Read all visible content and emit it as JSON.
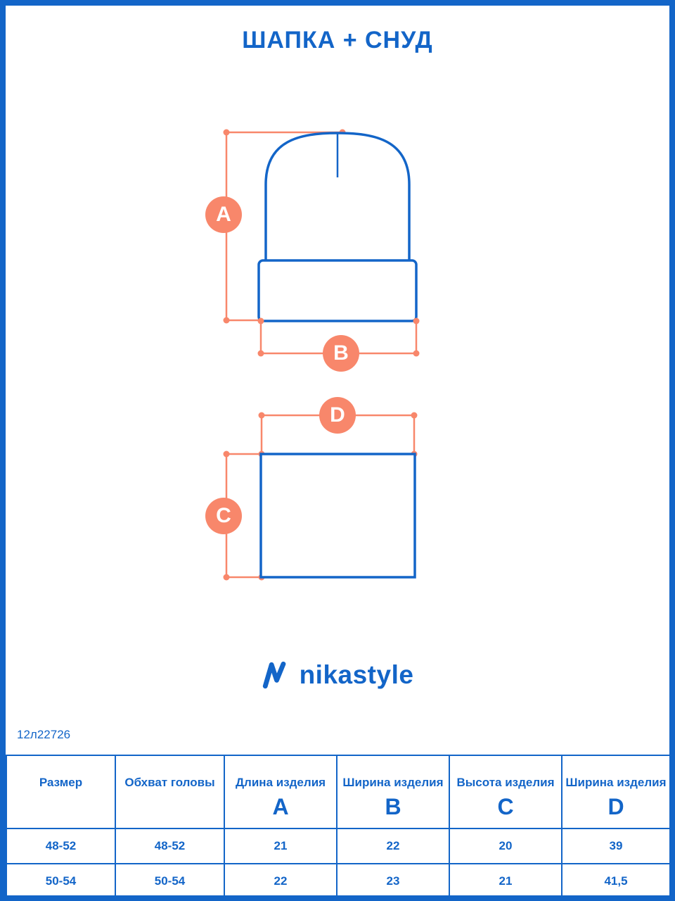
{
  "page": {
    "title": "ШАПКА + СНУД",
    "article": "12л22726"
  },
  "colors": {
    "blue": "#1365C8",
    "coral": "#F8876B"
  },
  "diagram": {
    "labels": {
      "a": "A",
      "b": "B",
      "c": "C",
      "d": "D"
    }
  },
  "logo": {
    "text": "nikastyle"
  },
  "table": {
    "headers": [
      {
        "label": "Размер",
        "letter": ""
      },
      {
        "label": "Обхват головы",
        "letter": ""
      },
      {
        "label": "Длина изделия",
        "letter": "A"
      },
      {
        "label": "Ширина изделия",
        "letter": "B"
      },
      {
        "label": "Высота изделия",
        "letter": "C"
      },
      {
        "label": "Ширина изделия",
        "letter": "D"
      }
    ],
    "rows": [
      [
        "48-52",
        "48-52",
        "21",
        "22",
        "20",
        "39"
      ],
      [
        "50-54",
        "50-54",
        "22",
        "23",
        "21",
        "41,5"
      ]
    ]
  }
}
